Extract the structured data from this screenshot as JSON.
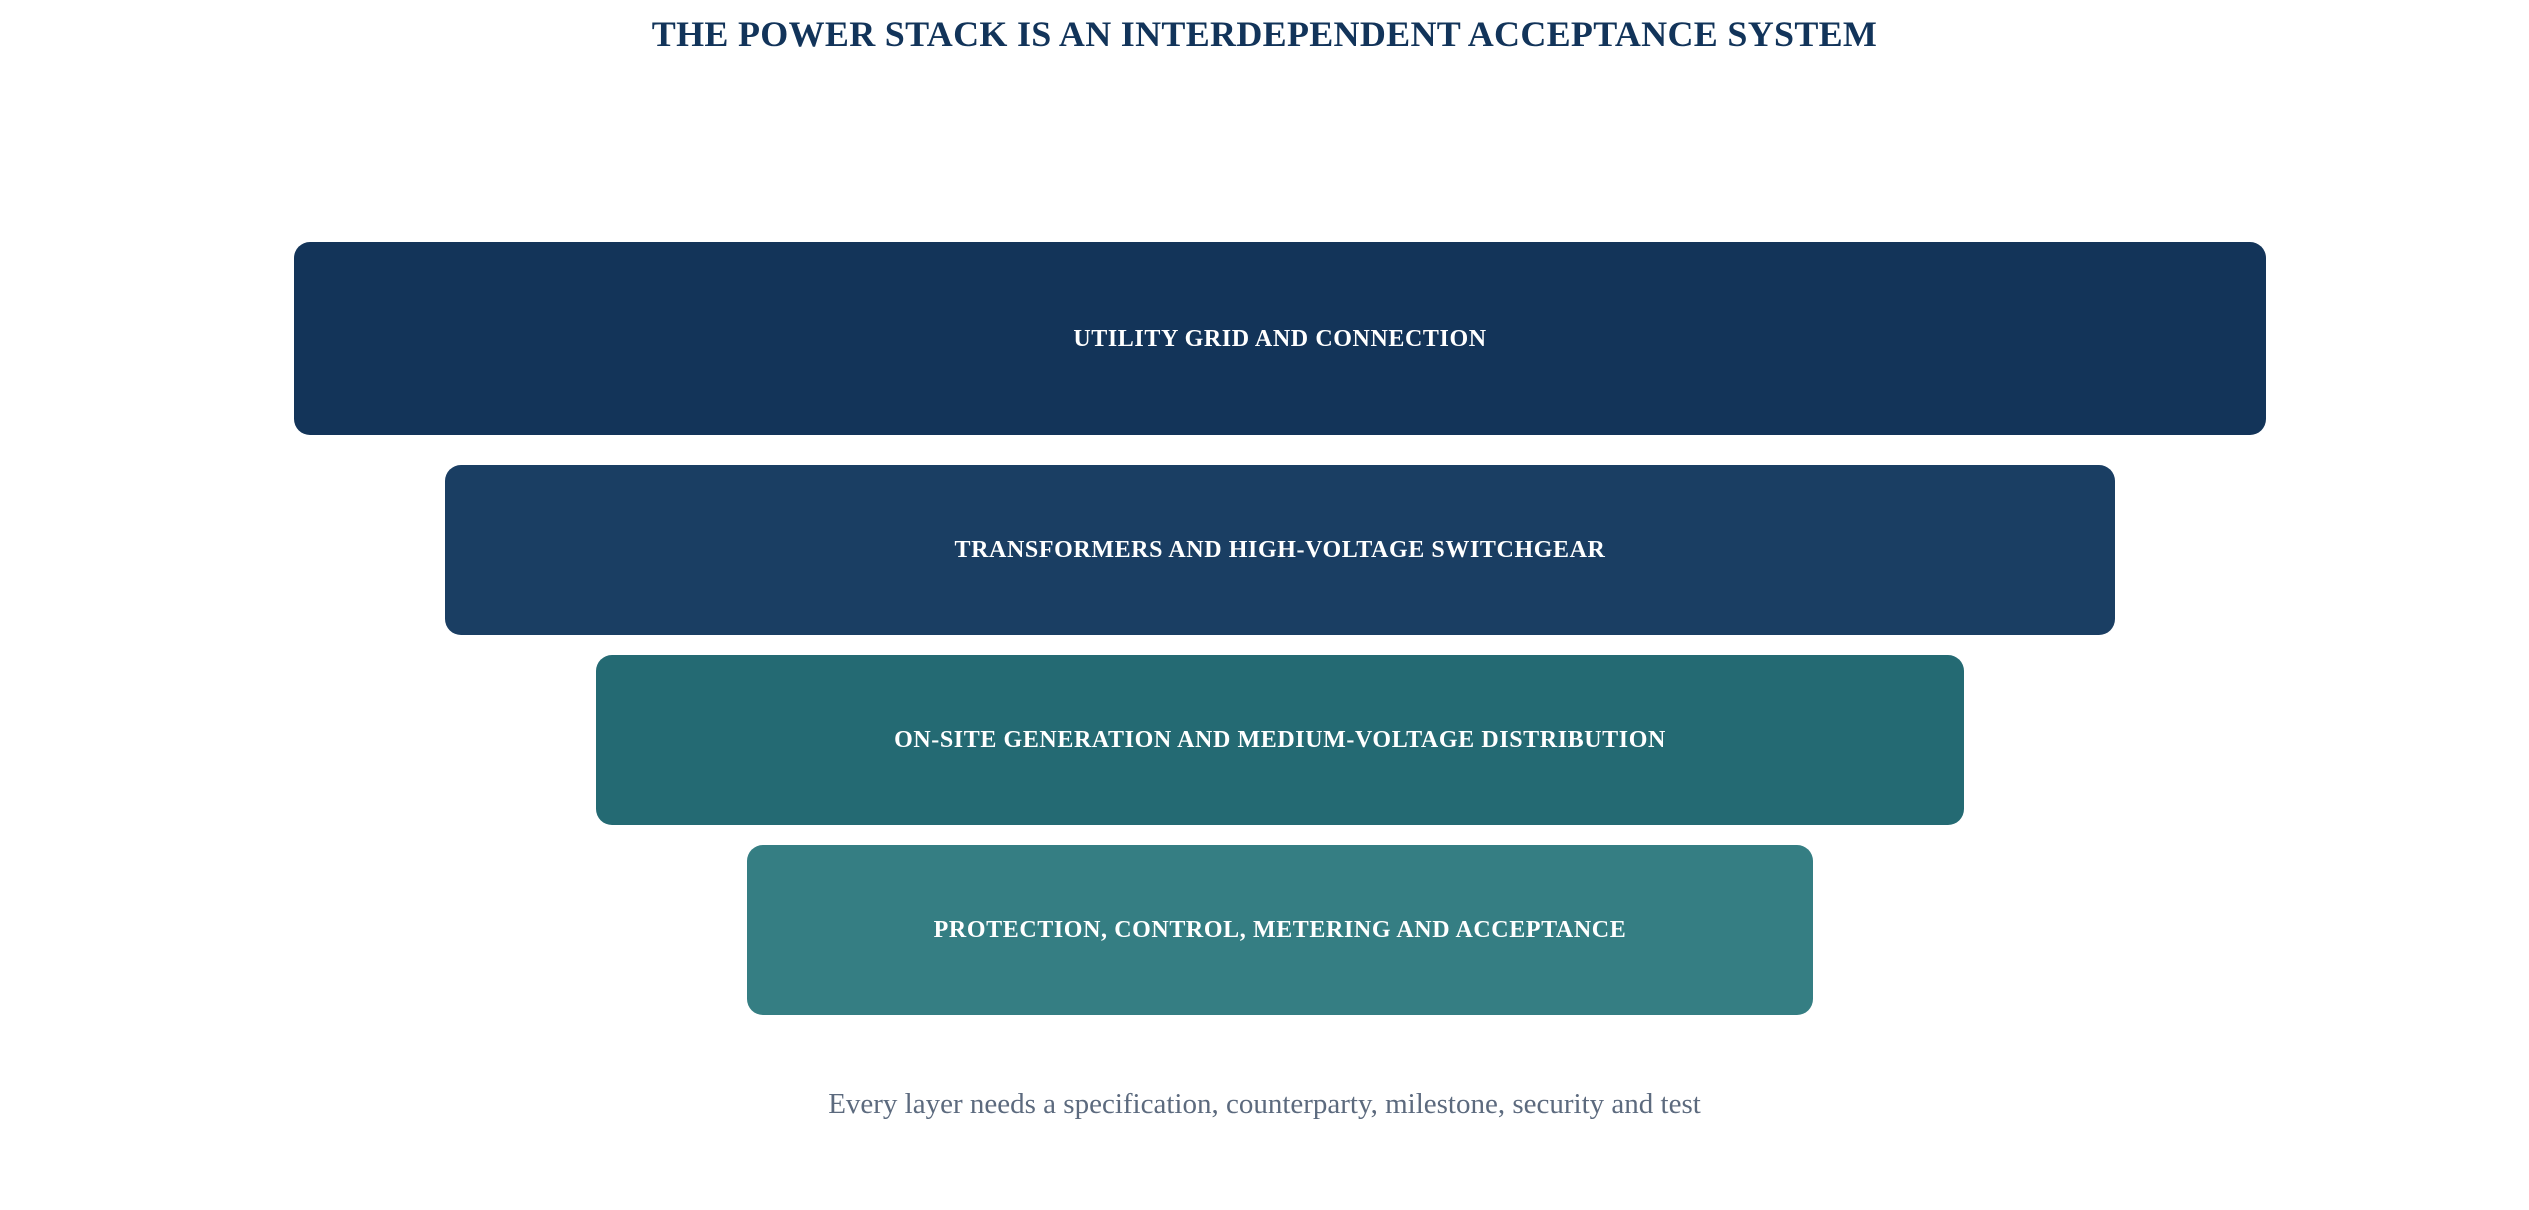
{
  "title": "THE POWER STACK IS AN INTERDEPENDENT ACCEPTANCE SYSTEM",
  "layers": [
    {
      "label": "UTILITY GRID AND CONNECTION",
      "color": "#133459"
    },
    {
      "label": "TRANSFORMERS AND HIGH-VOLTAGE SWITCHGEAR",
      "color": "#1a3e63"
    },
    {
      "label": "ON-SITE GENERATION AND MEDIUM-VOLTAGE DISTRIBUTION",
      "color": "#246a73"
    },
    {
      "label": "PROTECTION, CONTROL, METERING AND ACCEPTANCE",
      "color": "#357e83"
    }
  ],
  "footnote": "Every layer needs a specification, counterparty, milestone, security and test"
}
